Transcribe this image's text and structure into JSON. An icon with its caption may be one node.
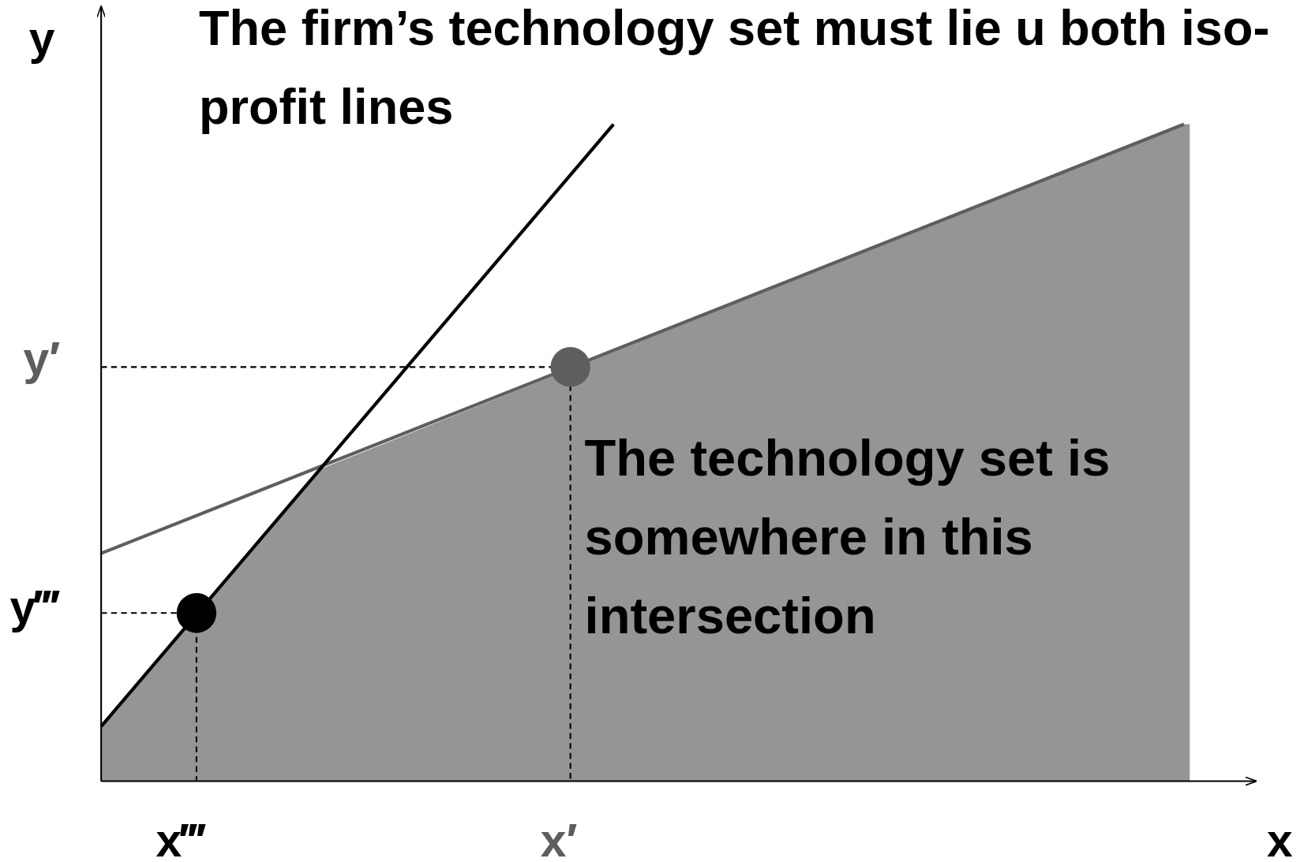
{
  "diagram": {
    "title": "The firm’s technology set must lie u both iso-profit lines",
    "labels": [
      "y",
      "y′",
      "y‴",
      "The technology set is somewhere in this intersection",
      "x‴",
      "x′",
      "x"
    ]
  }
}
